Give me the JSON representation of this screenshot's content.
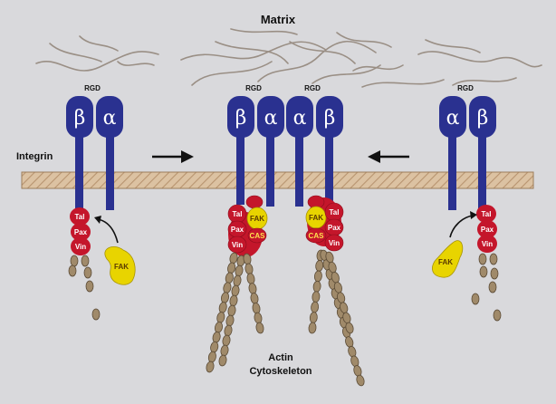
{
  "title": "Matrix",
  "membrane_label": "Integrin",
  "footer_line1": "Actin",
  "footer_line2": "Cytoskeleton",
  "motif_label": "RGD",
  "subunits": {
    "beta": "β",
    "alpha": "α"
  },
  "proteins": {
    "talin": "Tal",
    "paxillin": "Pax",
    "vinculin": "Vin",
    "fak": "FAK",
    "cas": "CAS"
  },
  "colors": {
    "background": "#d9d9dc",
    "integrin": "#2a3190",
    "membrane": "#d8b896",
    "adhesion_protein": "#c4162b",
    "fak": "#e8d400",
    "actin": "#a08a6a",
    "matrix_fiber": "#9a8f85"
  }
}
